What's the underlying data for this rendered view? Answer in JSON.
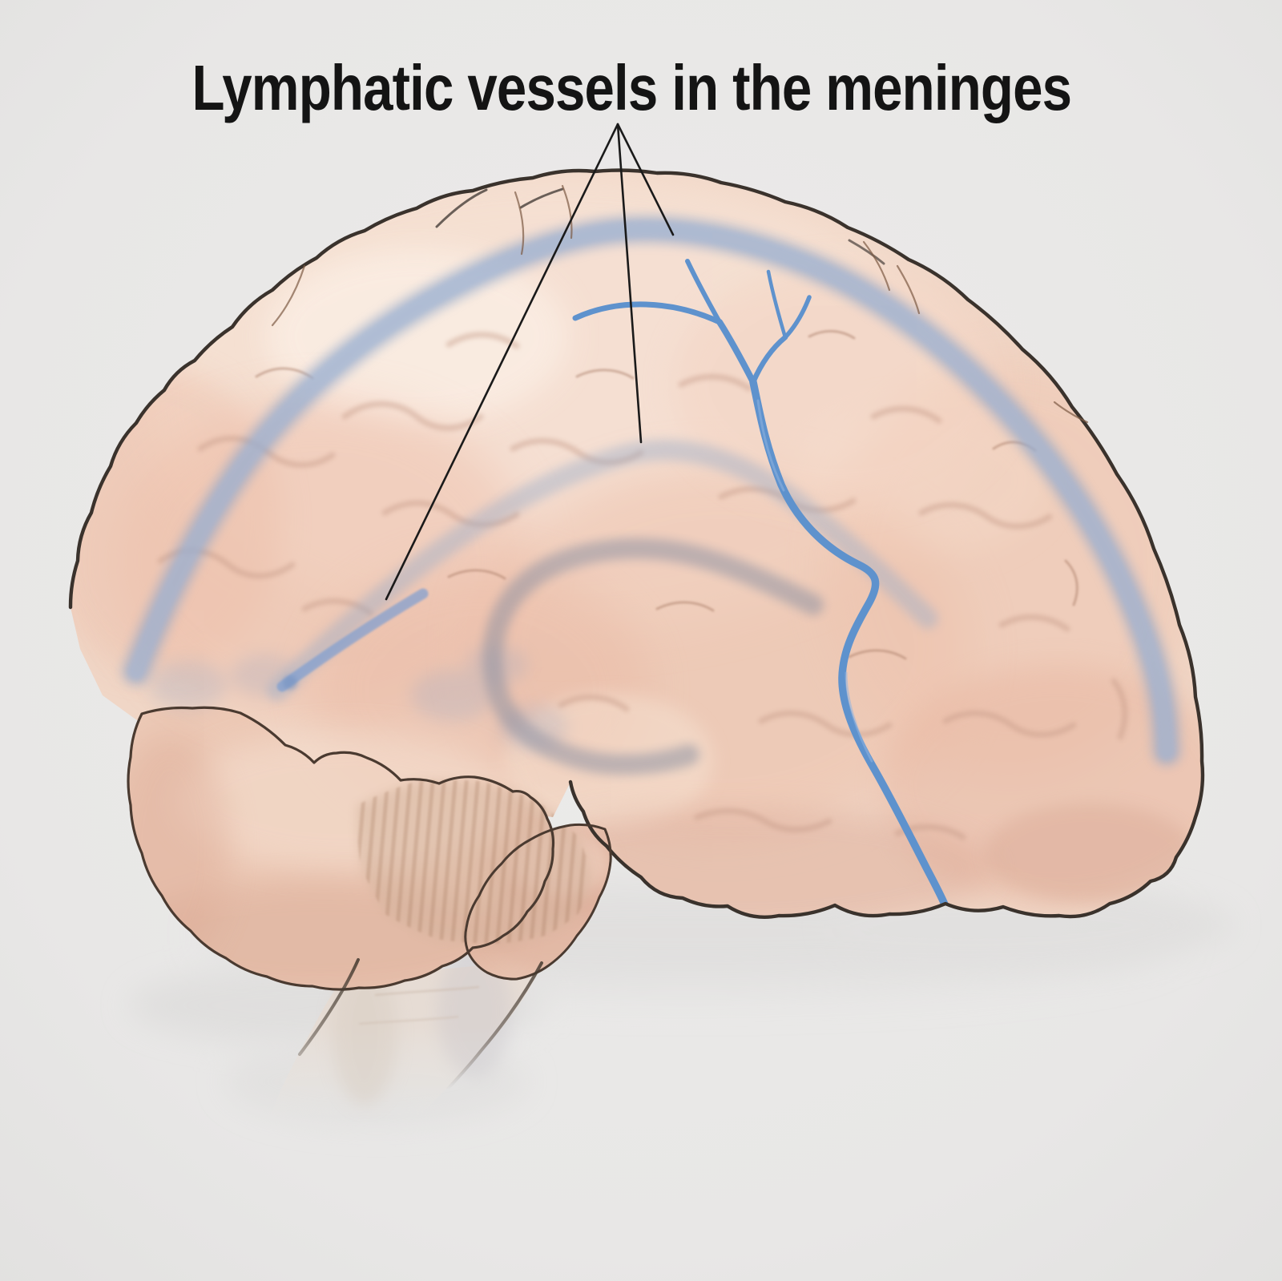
{
  "annotation": {
    "label": "Lymphatic vessels in the meninges",
    "leader_line_count": 3
  },
  "illustration": {
    "subject": "human-brain-lateral-view",
    "colors": {
      "background": "#e9e8e7",
      "brain_outline": "#3a322c",
      "brain_fill": "#f0d6c6",
      "meningeal_vessel_translucent": "#93a9cc",
      "meningeal_vessel_deep": "#878da0",
      "meningeal_vessel_bright": "#5e92cd",
      "brainstem_fill": "#e7dcd3",
      "label_color": "#141414"
    }
  }
}
